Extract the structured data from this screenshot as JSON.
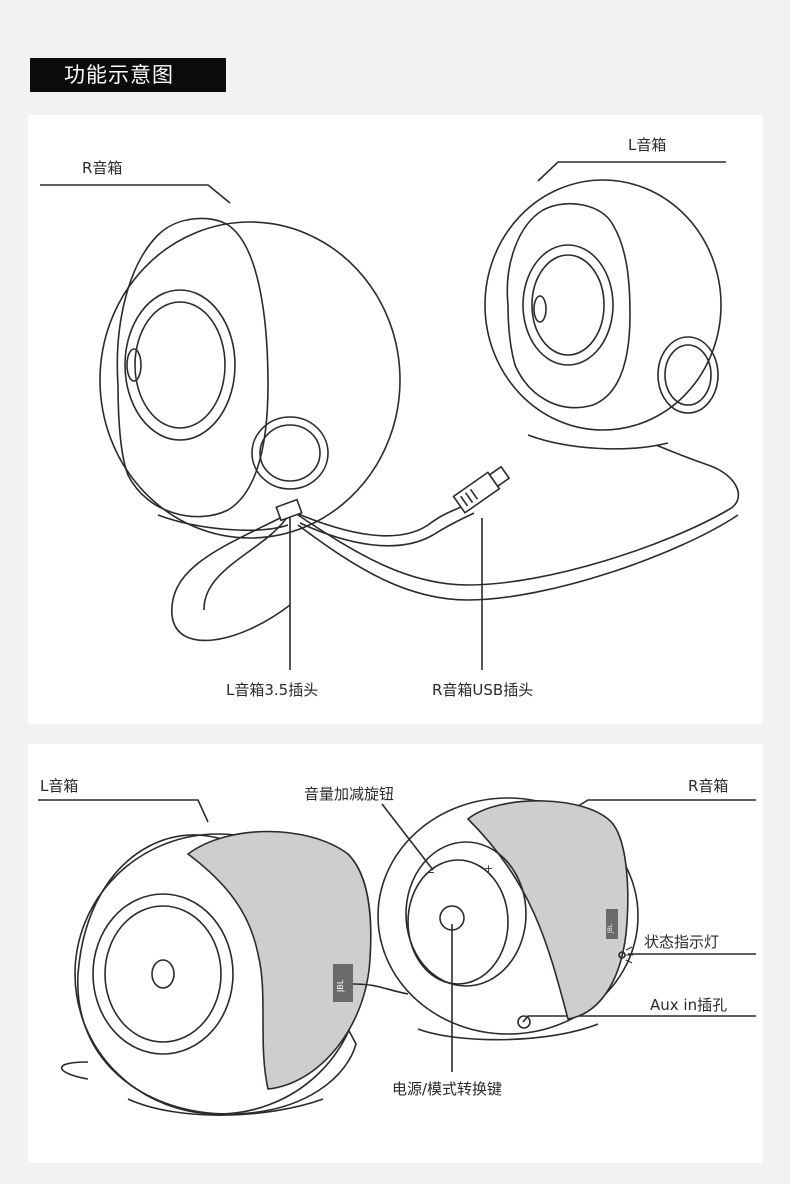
{
  "section_title": "功能示意图",
  "top_panel": {
    "labels": {
      "r_speaker": "R音箱",
      "l_speaker": "L音箱",
      "l_plug": "L音箱3.5插头",
      "r_plug": "R音箱USB插头"
    }
  },
  "bottom_panel": {
    "labels": {
      "l_speaker": "L音箱",
      "r_speaker": "R音箱",
      "volume_knob": "音量加减旋钮",
      "status_light": "状态指示灯",
      "aux_jack": "Aux in插孔",
      "power_button": "电源/模式转换键"
    },
    "brand_logo": "JBL",
    "knob_minus": "−",
    "knob_plus": "+"
  },
  "colors": {
    "line": "#2b2b2b",
    "grey_shell": "#cfcdcd",
    "logo_box": "#6a6a6a",
    "title_bg": "#0b0b0b"
  }
}
